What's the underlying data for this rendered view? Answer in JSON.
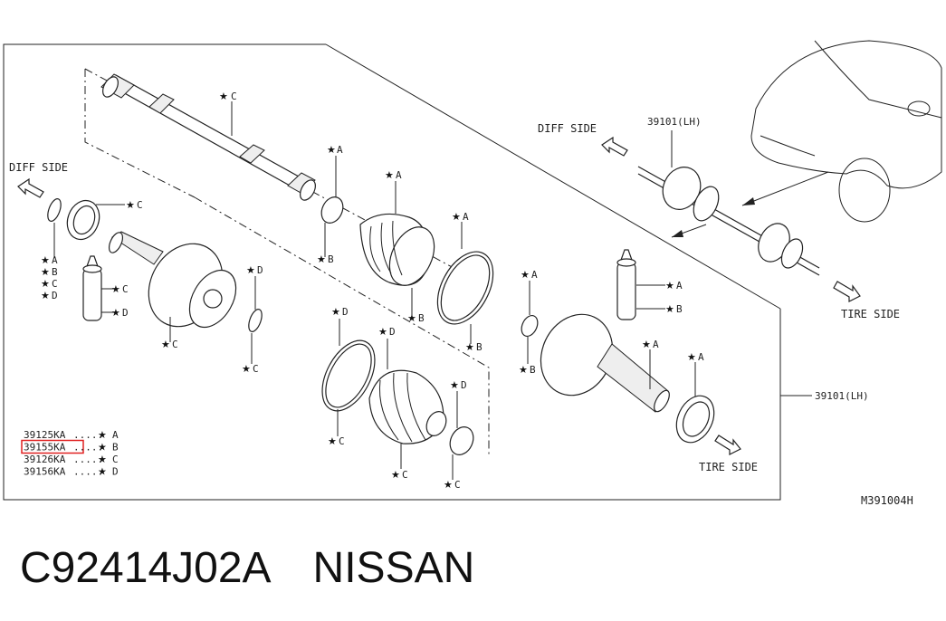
{
  "diagram": {
    "figure_code": "M391004H",
    "diff_side_left": "DIFF SIDE",
    "diff_side_right": "DIFF SIDE",
    "tire_side_bottom": "TIRE SIDE",
    "tire_side_right": "TIRE SIDE",
    "assembly_top": "39101(LH)",
    "assembly_side": "39101(LH)",
    "callouts": {
      "shaft": "C",
      "band_top_a": "A",
      "band_top_b": "B",
      "boot_top_a": "A",
      "boot_top_b": "B",
      "clip_a": "A",
      "clip_b": "B",
      "ring_c": "C",
      "left_a": "A",
      "left_b": "B",
      "left_c": "C",
      "left_d": "D",
      "grease_c": "C",
      "grease_d": "D",
      "joint_c": "C",
      "snap_d": "D",
      "snap_c": "C",
      "band_mid_d": "D",
      "band_mid_c": "C",
      "boot_mid_d": "D",
      "boot_mid_c": "C",
      "clamp_d": "D",
      "clamp_c": "C",
      "r_clip_a": "A",
      "r_clip_b": "B",
      "r_grease_a": "A",
      "r_grease_b": "B",
      "outer_joint_a": "A",
      "ring_r_a": "A"
    },
    "kit_legend": [
      {
        "part": "39125KA",
        "dots": ".....",
        "code": "A",
        "highlighted": false
      },
      {
        "part": "39155KA",
        "dots": ".....",
        "code": "B",
        "highlighted": true
      },
      {
        "part": "39126KA",
        "dots": ".....",
        "code": "C",
        "highlighted": false
      },
      {
        "part": "39156KA",
        "dots": ".....",
        "code": "D",
        "highlighted": false
      }
    ],
    "highlight_color": "#e02020"
  },
  "caption": {
    "part_number": "C92414J02A",
    "brand": "NISSAN"
  }
}
